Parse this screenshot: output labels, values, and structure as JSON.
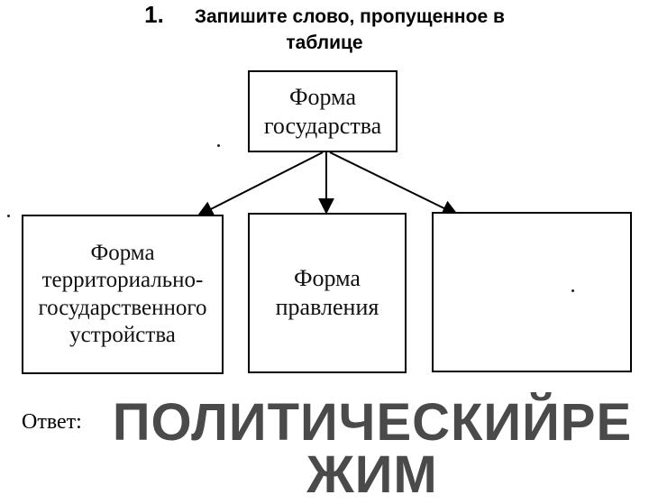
{
  "title": {
    "number": "1.",
    "line1": "Запишите слово, пропущенное в",
    "line2": "таблице"
  },
  "diagram": {
    "root": "Форма\nгосударства",
    "children": [
      "Форма\nтерриториально-\nгосударственного\nустройства",
      "Форма\nправления",
      ""
    ]
  },
  "answer": {
    "label": "Ответ:",
    "value": "ПОЛИТИЧЕСКИЙРЕЖИМ"
  }
}
